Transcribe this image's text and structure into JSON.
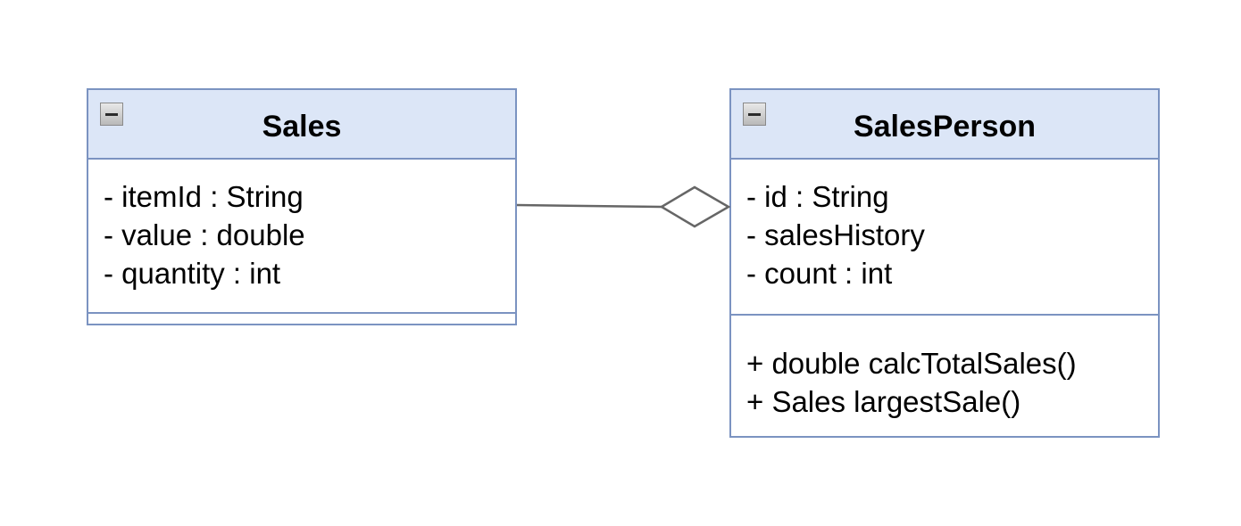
{
  "classes": {
    "sales": {
      "name": "Sales",
      "attributes": [
        "- itemId : String",
        "- value : double",
        "- quantity : int"
      ],
      "methods": []
    },
    "salesperson": {
      "name": "SalesPerson",
      "attributes": [
        "- id : String",
        "- salesHistory",
        "- count : int"
      ],
      "methods": [
        "+ double calcTotalSales()",
        "+ Sales largestSale()"
      ]
    }
  },
  "relationship": {
    "type": "aggregation",
    "whole": "SalesPerson",
    "part": "Sales"
  },
  "colors": {
    "border": "#7b93c1",
    "header_fill": "#dce6f7",
    "connector": "#666666"
  }
}
